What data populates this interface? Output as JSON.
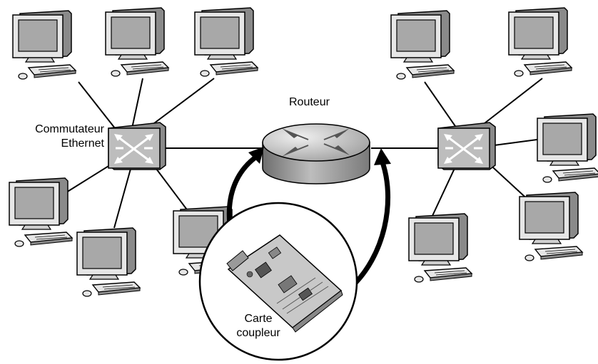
{
  "labels": {
    "switch_line1": "Commutateur",
    "switch_line2": "Ethernet",
    "router": "Routeur",
    "card_line1": "Carte",
    "card_line2": "coupleur"
  },
  "colors": {
    "background": "#ffffff",
    "line": "#000000",
    "device_light": "#e6e6e6",
    "device_mid": "#bdbdbd",
    "device_dark": "#8a8a8a",
    "screen": "#a8a8a8"
  }
}
